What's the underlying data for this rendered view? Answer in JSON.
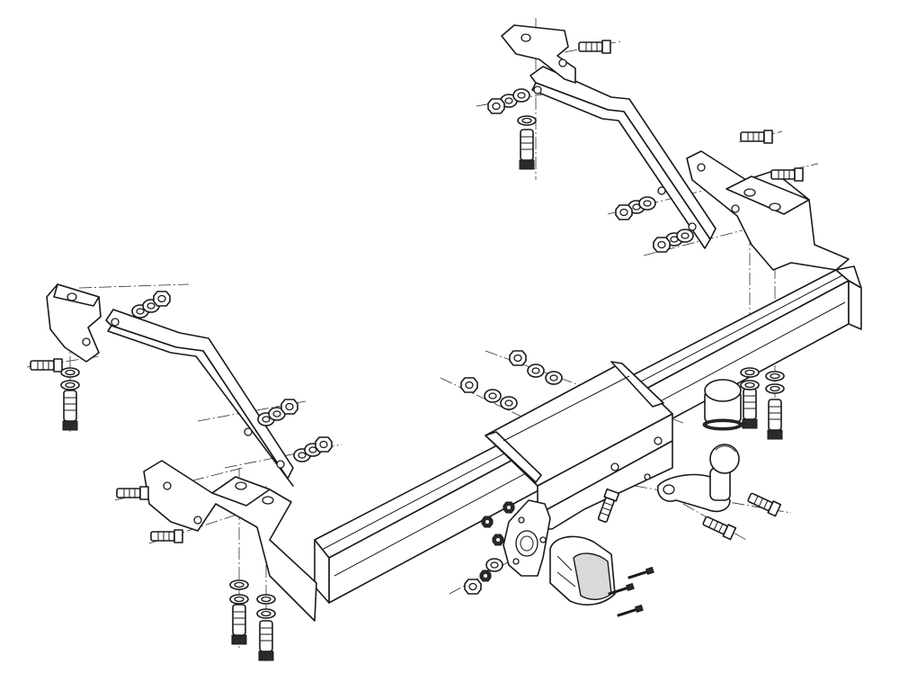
{
  "diagram": {
    "parts": [
      "cross-beam",
      "center-bracket",
      "left-side-arm",
      "right-side-arm",
      "left-mounting-bracket",
      "right-mounting-bracket",
      "tow-ball",
      "tow-ball-neck",
      "ball-cover",
      "socket-plate",
      "electrical-socket",
      "bolts",
      "nuts",
      "washers"
    ]
  }
}
